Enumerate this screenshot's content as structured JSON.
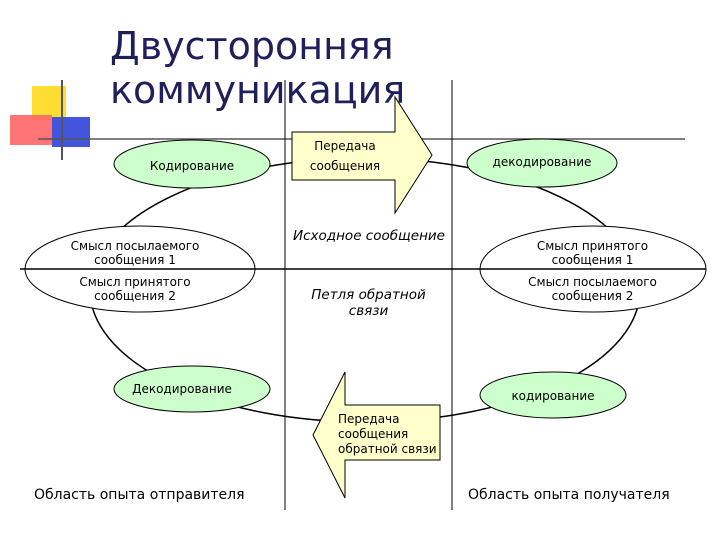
{
  "title": "Двусторонняя коммуникация",
  "colors": {
    "title": "#1f1f5c",
    "node_fill": "#ccffcc",
    "node_stroke": "#000000",
    "white_fill": "#ffffff",
    "deco_yellow": "#ffdd33",
    "deco_red": "#ff6666",
    "deco_blue": "#4455dd",
    "arrow_fill": "#ffffcc"
  },
  "sender": {
    "encoding": "Кодирование",
    "meaning_sent": "Смысл посылаемого сообщения 1",
    "meaning_received": "Смысл принятого сообщения 2",
    "decoding": "Декодирование",
    "region_label": "Область опыта отправителя"
  },
  "receiver": {
    "decoding": "декодирование",
    "meaning_received": "Смысл принятого сообщения 1",
    "meaning_sent": "Смысл посылаемого сообщения 2",
    "encoding": "кодирование",
    "region_label": "Область опыта получателя"
  },
  "channel": {
    "forward_line1": "Передача",
    "forward_line2": "сообщения",
    "original_message": "Исходное сообщение",
    "feedback_loop": "Петля обратной связи",
    "backward_line1": "Передача",
    "backward_line2": "сообщения",
    "backward_line3": "обратной связи"
  }
}
